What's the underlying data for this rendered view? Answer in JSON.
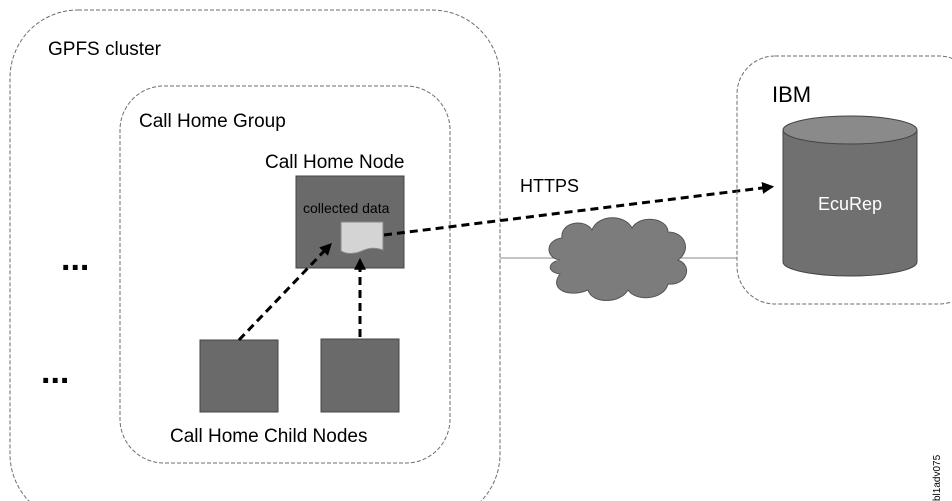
{
  "cluster": {
    "label": "GPFS cluster",
    "ellipsis": "..."
  },
  "group": {
    "label": "Call Home Group"
  },
  "call_home_node": {
    "label": "Call Home Node",
    "data_label": "collected data"
  },
  "child_nodes": {
    "label": "Call Home Child Nodes"
  },
  "connection": {
    "label": "HTTPS"
  },
  "ibm": {
    "label": "IBM",
    "repository_label": "EcuRep"
  },
  "figure_id": "bl1adv075",
  "colors": {
    "node_fill": "#6a6a6a",
    "cylinder_fill": "#707070",
    "cylinder_top": "#8a8a8a",
    "cloud_fill": "#7c7c7c",
    "doc_fill": "#d4d4d4",
    "border": "#6e6e6e"
  }
}
